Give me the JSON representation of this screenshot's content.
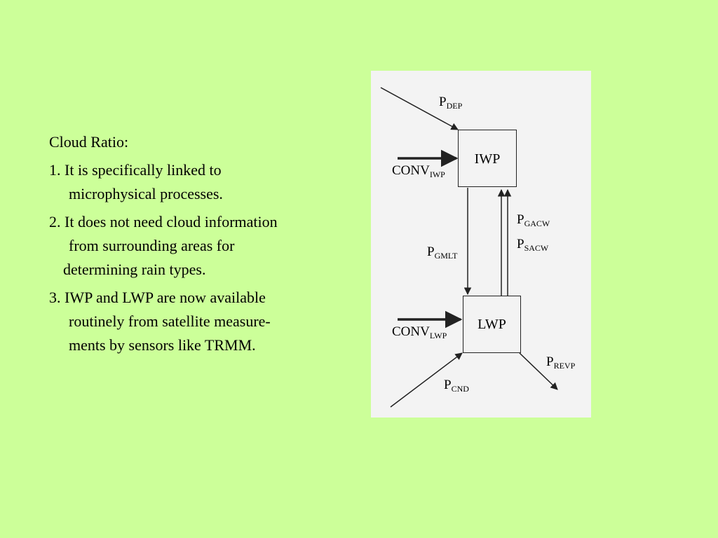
{
  "slide": {
    "heading": "Cloud Ratio:",
    "items": [
      {
        "lines": [
          "1. It is specifically linked to",
          "microphysical processes."
        ]
      },
      {
        "lines": [
          "2. It does not need cloud information",
          "from surrounding areas for",
          "determining rain types."
        ]
      },
      {
        "lines": [
          "3. IWP and LWP are now available",
          "routinely from satellite measure-",
          "ments by sensors like TRMM."
        ]
      }
    ]
  },
  "diagram": {
    "boxes": {
      "iwp": "IWP",
      "lwp": "LWP"
    },
    "labels": {
      "p_dep": {
        "main": "P",
        "sub": "DEP"
      },
      "conv_iwp": {
        "main": "CONV",
        "sub": "IWP"
      },
      "p_gmlt": {
        "main": "P",
        "sub": "GMLT"
      },
      "p_gacw": {
        "main": "P",
        "sub": "GACW"
      },
      "p_sacw": {
        "main": "P",
        "sub": "SACW"
      },
      "conv_lwp": {
        "main": "CONV",
        "sub": "LWP"
      },
      "p_revp": {
        "main": "P",
        "sub": "REVP"
      },
      "p_cnd": {
        "main": "P",
        "sub": "CND"
      }
    },
    "colors": {
      "background": "#ccff99",
      "panel": "#f3f3f3",
      "ink": "#222222"
    }
  }
}
